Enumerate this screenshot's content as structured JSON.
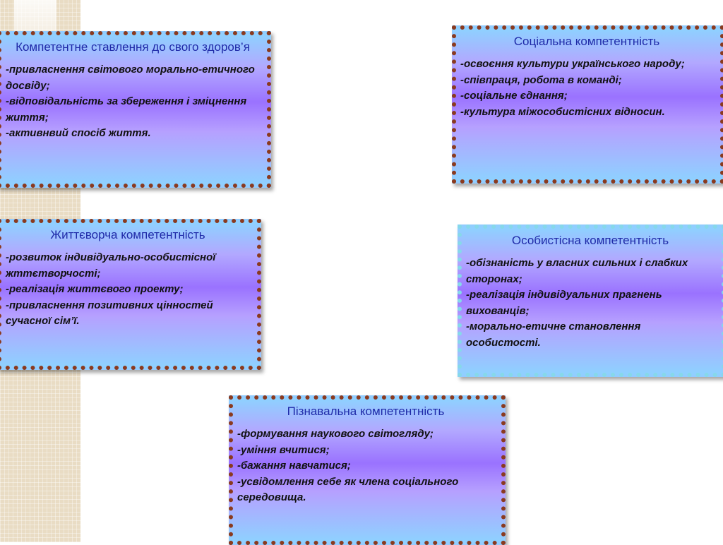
{
  "cards": {
    "health": {
      "title": "Компетентне ставлення до свого здоров’я",
      "items": [
        "-привласнення світового морально-етичного досвіду;",
        "-відповідальність за збереження і зміцнення життя;",
        "-активнвий спосіб життя."
      ]
    },
    "social": {
      "title": "Соціальна компетентність",
      "items": [
        "-освоєння культури українського народу;",
        "-співпраця, робота в команді;",
        "-соціальне єднання;",
        "-культура міжособистісних відносин."
      ]
    },
    "life": {
      "title": "Життєворча компетентність",
      "items": [
        "-розвиток індивідуально-особистісної жттєтворчості;",
        "-реалізація життєвого проекту;",
        "-привласнення позитивних цінностей сучасної сім’ї."
      ]
    },
    "personal": {
      "title": "Особистісна компетентність",
      "items": [
        "-обізнаність у власних сильних і слабких сторонах;",
        "-реалізація індивідуальних прагнень вихованців;",
        "-морально-етичне становлення особистості."
      ]
    },
    "cognitive": {
      "title": "Пізнавальна компетентність",
      "items": [
        "-формування наукового світогляду;",
        "-уміння вчитися;",
        "-бажання навчатися;",
        "-усвідомлення себе як члена соціального середовища."
      ]
    }
  },
  "colors": {
    "title_text": "#1f2aa8",
    "dotted_border_brown": "#8a3a1f",
    "dotted_border_light_blue": "#86d8ea",
    "stripe": "#e9dcc4"
  }
}
